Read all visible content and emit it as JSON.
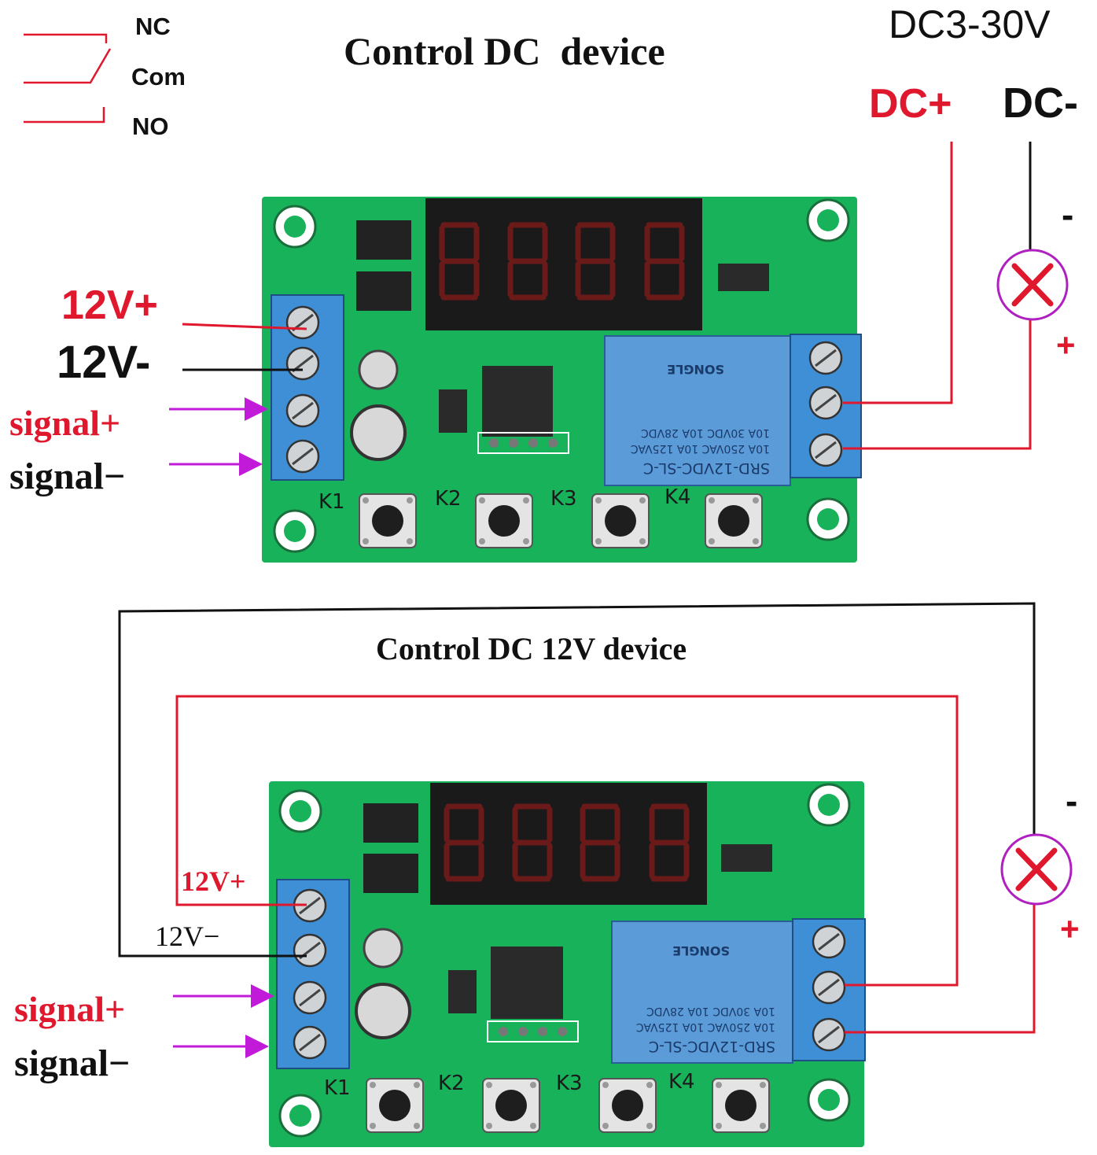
{
  "legend": {
    "nc": "NC",
    "com": "Com",
    "no": "NO"
  },
  "top": {
    "title": "Control DC  device",
    "supply": "DC3-30V",
    "dc_plus": "DC+",
    "dc_minus": "DC-",
    "load_minus": "-",
    "load_plus": "+",
    "v_plus": "12V+",
    "v_minus": "12V-",
    "sig_plus": "signal+",
    "sig_minus": "signal−"
  },
  "bottom": {
    "title": "Control DC 12V device",
    "load_minus": "-",
    "load_plus": "+",
    "v_plus": "12V+",
    "v_minus": "12V−",
    "sig_plus": "signal+",
    "sig_minus": "signal−"
  },
  "board": {
    "relay_line1": "SRD-12VDC-SL-C",
    "relay_line2": "10A 250VAC 10A 125VAC",
    "relay_line3": "10A 30VDC 10A 28VDC",
    "relay_brand": "SONGLE",
    "buttons": [
      "K1",
      "K2",
      "K3",
      "K4"
    ]
  },
  "colors": {
    "red": "#e0182d",
    "black": "#111111",
    "magenta": "#c11ad9",
    "pcb": "#17b25a",
    "terminal": "#3f8fd6",
    "relay": "#5b9bd8",
    "display": "#1a1a1a"
  }
}
